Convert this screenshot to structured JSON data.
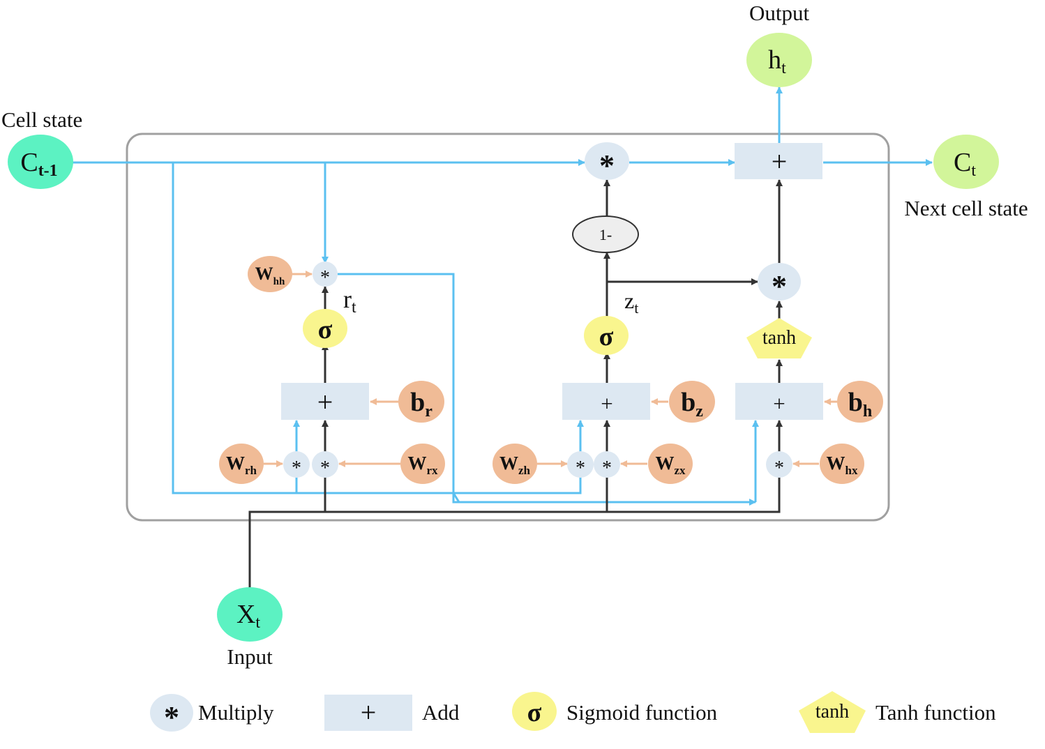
{
  "labels": {
    "cell_state": "Cell state",
    "output": "Output",
    "next_cell_state": "Next cell state",
    "input": "Input"
  },
  "nodes": {
    "c_prev": {
      "main": "C",
      "sub": "t-1"
    },
    "c_next": {
      "main": "C",
      "sub": "t"
    },
    "h_t": {
      "main": "h",
      "sub": "t"
    },
    "x_t": {
      "main": "X",
      "sub": "t"
    },
    "r_t": {
      "main": "r",
      "sub": "t"
    },
    "z_t": {
      "main": "z",
      "sub": "t"
    },
    "one_minus": "1-",
    "tanh": "tanh",
    "sigma": "σ",
    "mult": "*",
    "add": "+"
  },
  "weights": {
    "w_hh": {
      "main": "W",
      "sub": "hh"
    },
    "w_rh": {
      "main": "W",
      "sub": "rh"
    },
    "w_rx": {
      "main": "W",
      "sub": "rx"
    },
    "w_zh": {
      "main": "W",
      "sub": "zh"
    },
    "w_zx": {
      "main": "W",
      "sub": "zx"
    },
    "w_hx": {
      "main": "W",
      "sub": "hx"
    }
  },
  "biases": {
    "b_r": {
      "main": "b",
      "sub": "r"
    },
    "b_z": {
      "main": "b",
      "sub": "z"
    },
    "b_h": {
      "main": "b",
      "sub": "h"
    }
  },
  "legend": {
    "multiply_symbol": "*",
    "multiply": "Multiply",
    "add_symbol": "+",
    "add": "Add",
    "sigmoid_symbol": "σ",
    "sigmoid": "Sigmoid function",
    "tanh_symbol": "tanh",
    "tanh": "Tanh function"
  },
  "colors": {
    "state_node": "#5cf2c2",
    "output_node": "#d2f59a",
    "weight_node": "#f0bb96",
    "operator_node": "#dde8f2",
    "sigmoid_node": "#f9f58e",
    "tanh_node": "#f9f58e",
    "blue_line": "#5bc0f0",
    "dark_line": "#333333",
    "weight_arrow": "#f0bb96",
    "frame": "#a0a0a0"
  }
}
